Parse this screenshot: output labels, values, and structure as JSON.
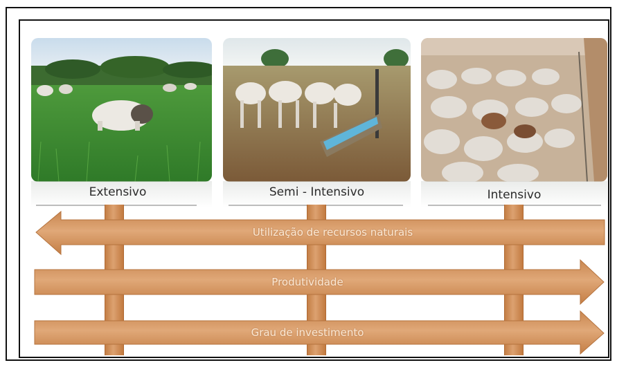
{
  "systems": [
    {
      "label": "Extensivo",
      "photo": "extensive-grazing-cattle-photo"
    },
    {
      "label": "Semi - Intensivo",
      "photo": "semi-intensive-cattle-trough-photo"
    },
    {
      "label": "Intensivo",
      "photo": "intensive-feedlot-cattle-photo"
    }
  ],
  "arrows": [
    {
      "label": "Utilização de recursos naturais",
      "direction": "left"
    },
    {
      "label": "Produtividade",
      "direction": "right"
    },
    {
      "label": "Grau de investimento",
      "direction": "right"
    }
  ],
  "colors": {
    "wood": "#d39260",
    "wood_dark": "#b5733e",
    "arrow_text": "#fbe8d4",
    "frame": "#111111"
  }
}
